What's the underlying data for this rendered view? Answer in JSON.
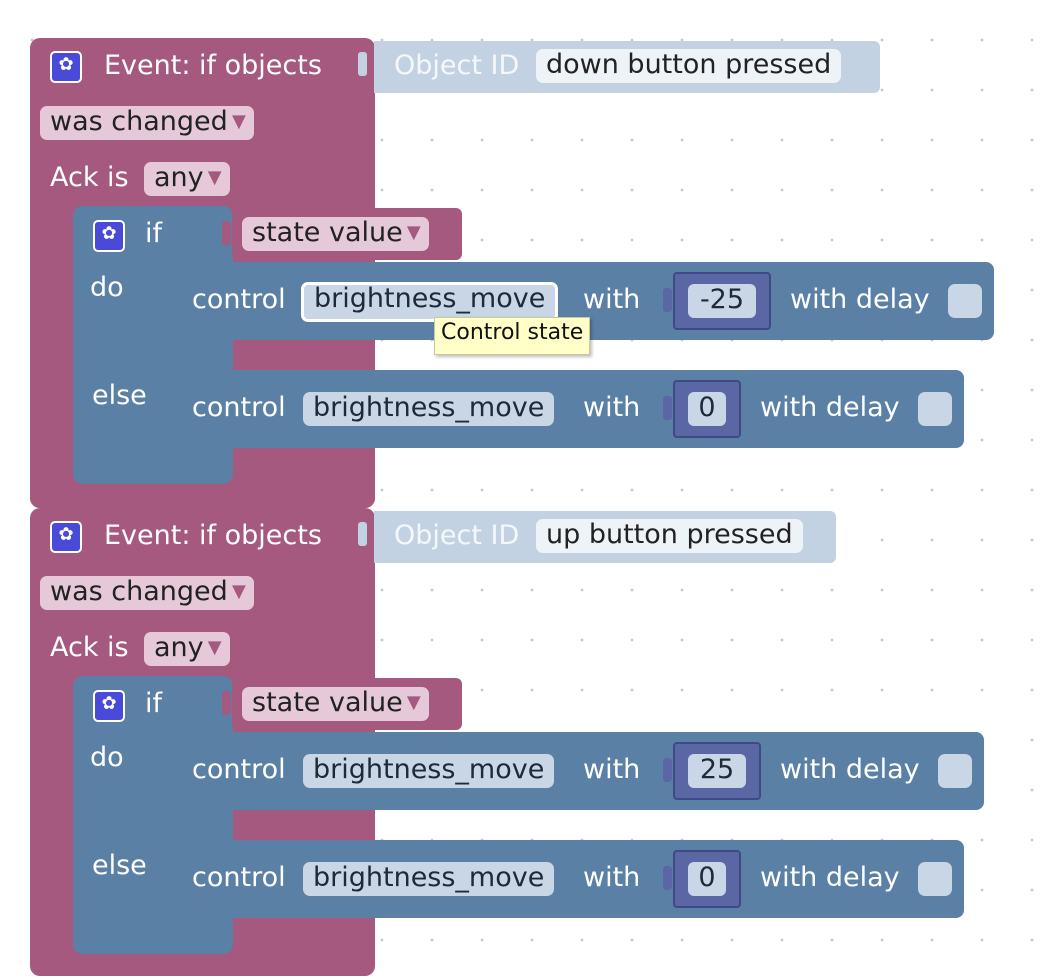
{
  "blocks": [
    {
      "event_label": "Event: if objects",
      "object_id_label": "Object ID",
      "object_name": "down button pressed",
      "trigger": "was changed",
      "ack_label": "Ack is",
      "ack_value": "any",
      "if_label": "if",
      "condition": "state value",
      "do_label": "do",
      "else_label": "else",
      "do_control": {
        "keyword": "control",
        "state": "brightness_move",
        "with_label": "with",
        "value": "-25",
        "delay_label": "with delay"
      },
      "else_control": {
        "keyword": "control",
        "state": "brightness_move",
        "with_label": "with",
        "value": "0",
        "delay_label": "with delay"
      }
    },
    {
      "event_label": "Event: if objects",
      "object_id_label": "Object ID",
      "object_name": "up button pressed",
      "trigger": "was changed",
      "ack_label": "Ack is",
      "ack_value": "any",
      "if_label": "if",
      "condition": "state value",
      "do_label": "do",
      "else_label": "else",
      "do_control": {
        "keyword": "control",
        "state": "brightness_move",
        "with_label": "with",
        "value": "25",
        "delay_label": "with delay"
      },
      "else_control": {
        "keyword": "control",
        "state": "brightness_move",
        "with_label": "with",
        "value": "0",
        "delay_label": "with delay"
      }
    }
  ],
  "tooltip": "Control state",
  "icons": {
    "settings": "gear-icon",
    "dropdown": "dropdown-arrow-icon"
  },
  "colors": {
    "event": "#a5597f",
    "logic": "#5b80a5",
    "object": "#c2d2e2",
    "number": "#5b67a5"
  },
  "glyphs": {
    "gear": "✿",
    "arrow": "▼"
  }
}
